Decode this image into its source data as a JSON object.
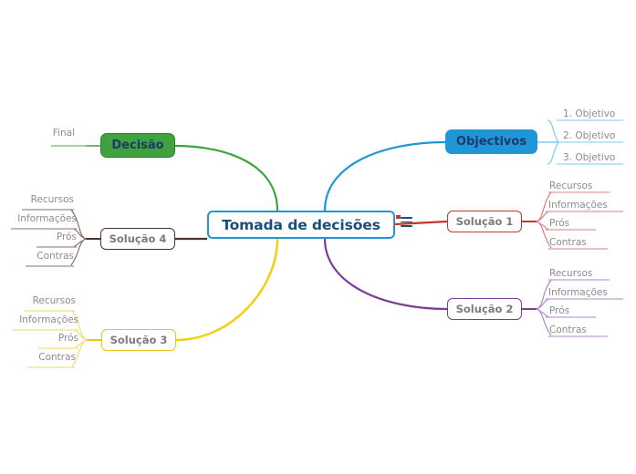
{
  "diagram": {
    "title": "Tomada de decisões mind map",
    "type": "mind-map",
    "root": {
      "label": "Tomada de decisões",
      "color": "#2196d6",
      "text_color": "#1b4e79"
    },
    "icons": {
      "list_icon": "hamburger-list-icon",
      "marker_icon": "red-marker-icon"
    },
    "branches": [
      {
        "id": "objectivos",
        "label": "Objectivos",
        "side": "right",
        "color": "#2196d6",
        "style": "filled",
        "children": [
          {
            "label": "1. Objetivo"
          },
          {
            "label": "2. Objetivo"
          },
          {
            "label": "3. Objetivo"
          }
        ]
      },
      {
        "id": "solucao-1",
        "label": "Solução 1",
        "side": "right",
        "color": "#c0392b",
        "style": "outlined",
        "children": [
          {
            "label": "Recursos"
          },
          {
            "label": "Informações"
          },
          {
            "label": "Prós"
          },
          {
            "label": "Contras"
          }
        ]
      },
      {
        "id": "solucao-2",
        "label": "Solução 2",
        "side": "right",
        "color": "#7d3c98",
        "style": "outlined",
        "children": [
          {
            "label": "Recursos"
          },
          {
            "label": "Informações"
          },
          {
            "label": "Prós"
          },
          {
            "label": "Contras"
          }
        ]
      },
      {
        "id": "decisao",
        "label": "Decisão",
        "side": "left",
        "color": "#3fa23f",
        "style": "filled",
        "children": [
          {
            "label": "Final"
          }
        ]
      },
      {
        "id": "solucao-4",
        "label": "Solução 4",
        "side": "left",
        "color": "#4a332b",
        "style": "outlined",
        "children": [
          {
            "label": "Recursos"
          },
          {
            "label": "Informações"
          },
          {
            "label": "Prós"
          },
          {
            "label": "Contras"
          }
        ]
      },
      {
        "id": "solucao-3",
        "label": "Solução 3",
        "side": "left",
        "color": "#e8c51c",
        "style": "outlined",
        "children": [
          {
            "label": "Recursos"
          },
          {
            "label": "Informações"
          },
          {
            "label": "Prós"
          },
          {
            "label": "Contras"
          }
        ]
      }
    ]
  }
}
